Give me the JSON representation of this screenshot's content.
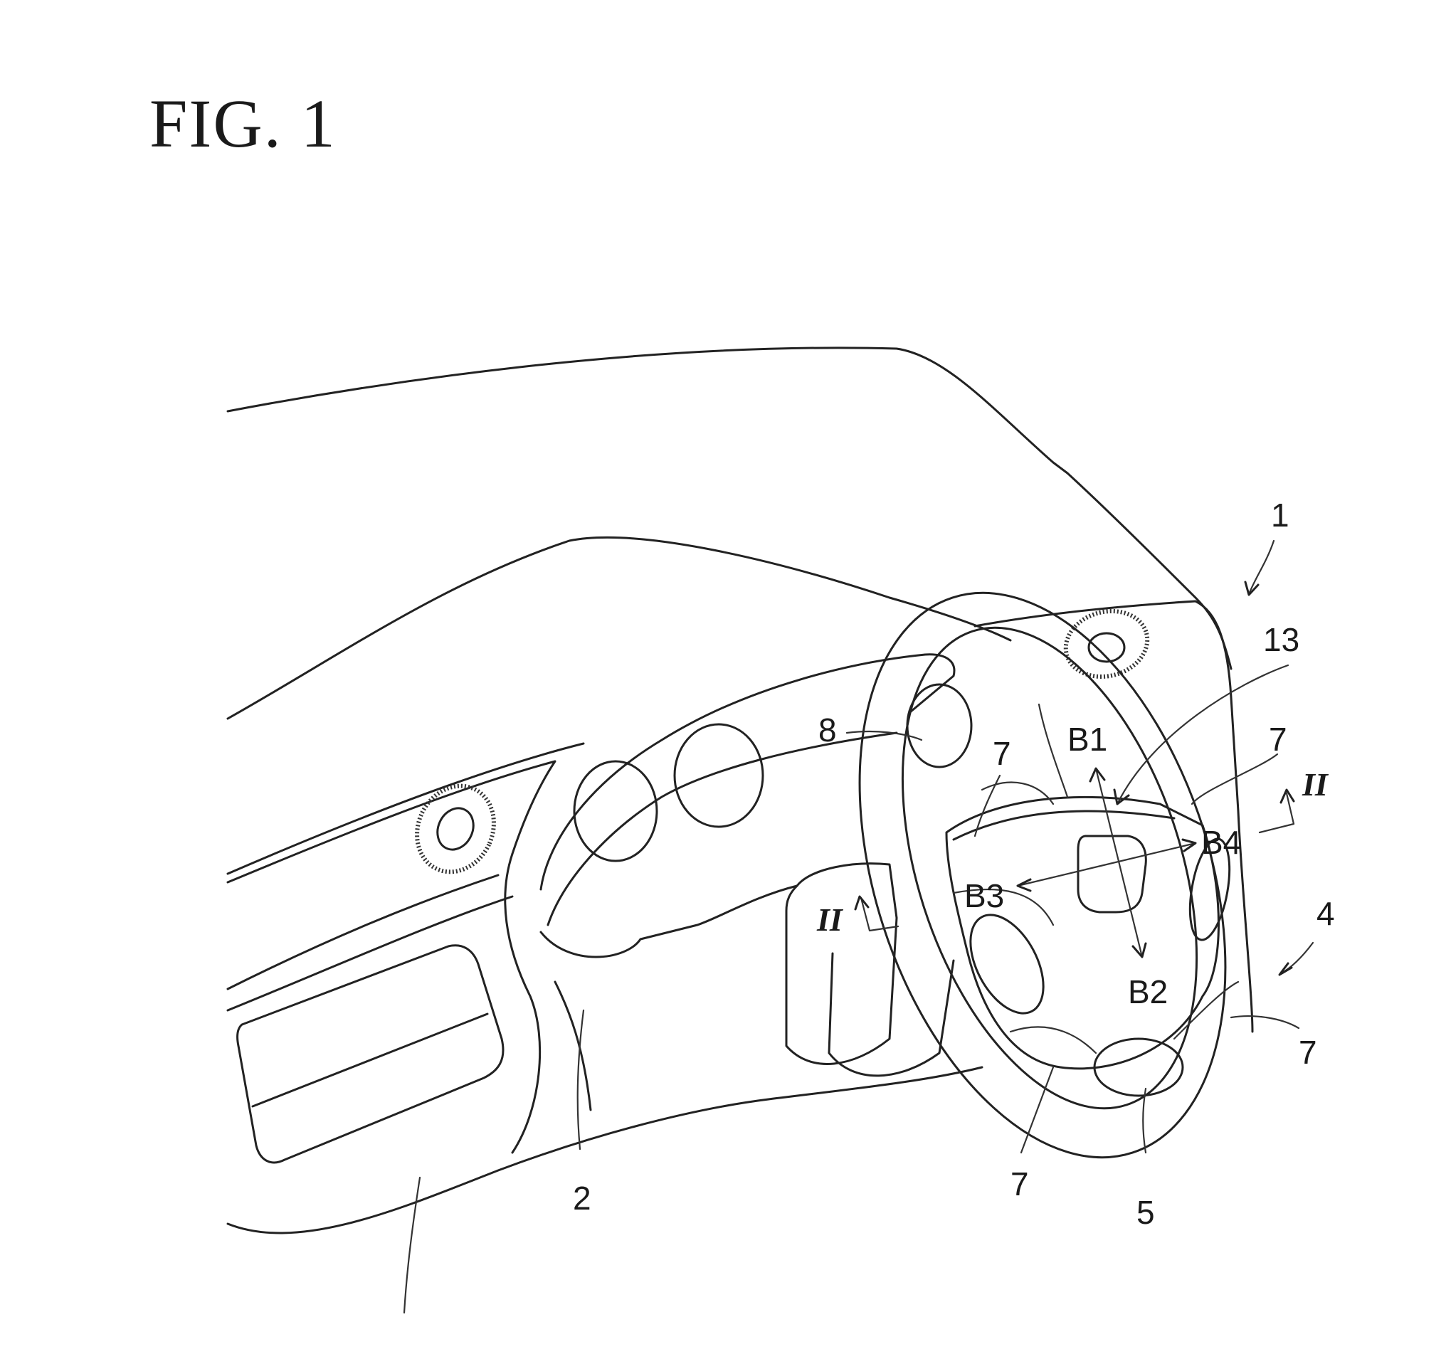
{
  "figure": {
    "title": "FIG. 1"
  },
  "labels": {
    "ref_1": "1",
    "ref_13": "13",
    "ref_7_top_left": "7",
    "ref_7_top_right": "7",
    "ref_7_bottom_right": "7",
    "ref_7_bottom": "7",
    "ref_8": "8",
    "ref_4": "4",
    "ref_2": "2",
    "ref_5": "5",
    "b1": "B1",
    "b2": "B2",
    "b3": "B3",
    "b4": "B4",
    "section_right": "II",
    "section_left": "II"
  }
}
